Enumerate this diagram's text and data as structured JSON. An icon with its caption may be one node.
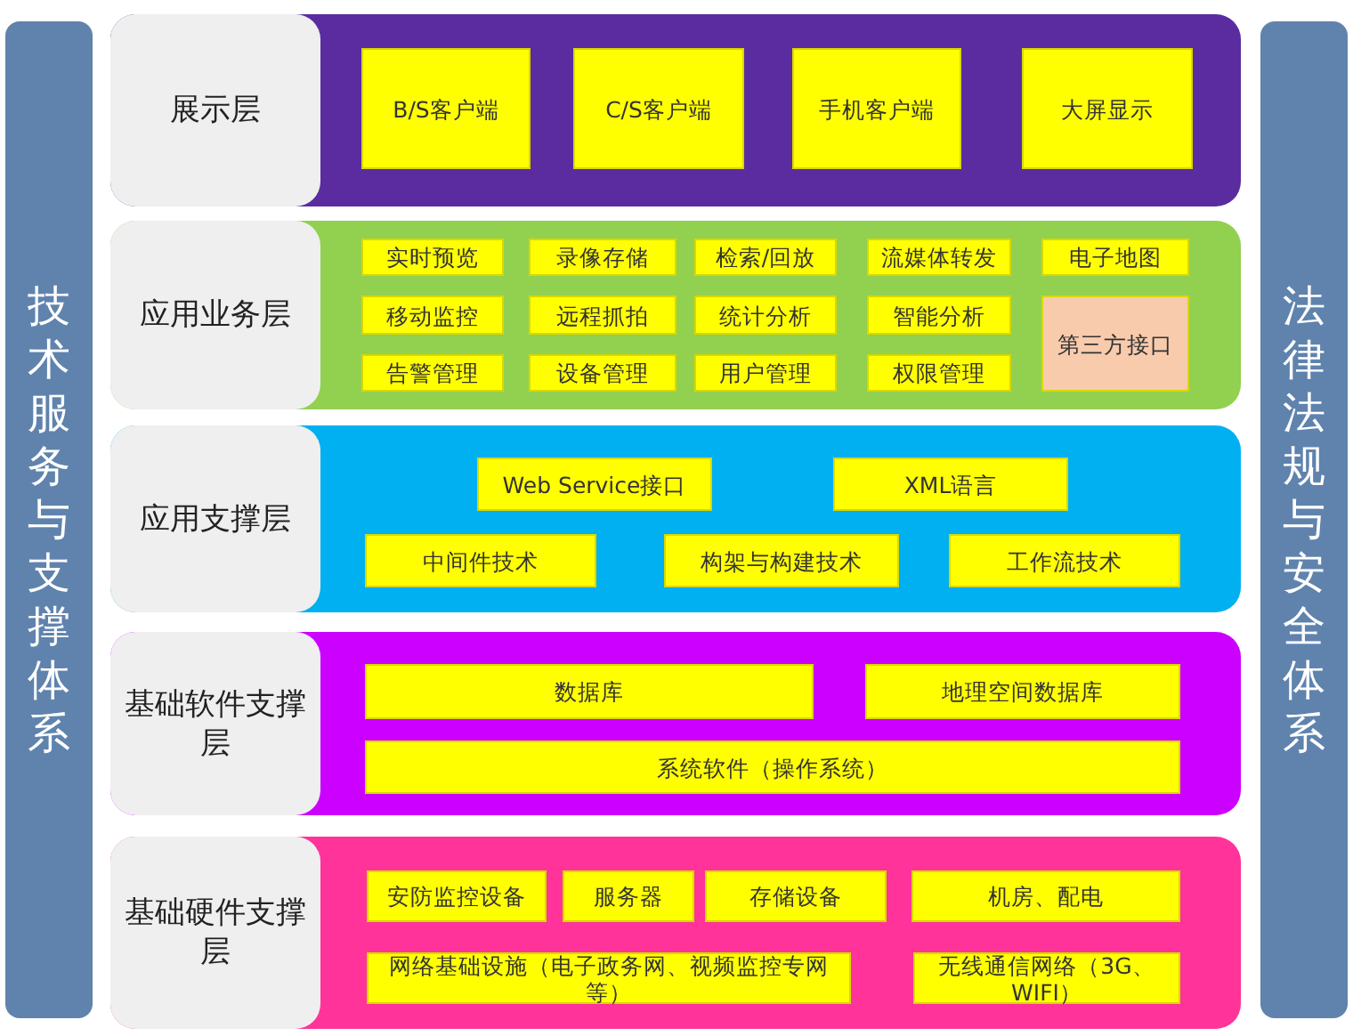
{
  "diagram": {
    "nodes": [
      {
        "text": [
          "技术服务与支撑体系"
        ]
      },
      {
        "text": [
          "展示层"
        ]
      },
      {
        "text": [
          "B/S客户端"
        ],
        "in": 1
      },
      {
        "text": [
          "C/S客户端"
        ],
        "in": 1
      },
      {
        "text": [
          "手机客户端"
        ],
        "in": 1
      },
      {
        "text": [
          "大屏显示"
        ],
        "in": 1
      },
      {
        "text": [
          "应用业务层"
        ]
      },
      {
        "text": [
          "实时预览"
        ],
        "in": 6
      },
      {
        "text": [
          "录像存储"
        ],
        "in": 6
      },
      {
        "text": [
          "检索/回放"
        ],
        "in": 6
      },
      {
        "text": [
          "流媒体转发"
        ],
        "in": 6
      },
      {
        "text": [
          "电子地图"
        ],
        "in": 6
      },
      {
        "text": [
          "移动监控"
        ],
        "in": 6
      },
      {
        "text": [
          "远程抓拍"
        ],
        "in": 6
      },
      {
        "text": [
          "统计分析"
        ],
        "in": 6
      },
      {
        "text": [
          "智能分析"
        ],
        "in": 6
      },
      {
        "text": [
          "第三方接口"
        ],
        "in": 6
      },
      {
        "text": [
          "告警管理"
        ],
        "in": 6
      },
      {
        "text": [
          "设备管理"
        ],
        "in": 6
      },
      {
        "text": [
          "用户管理"
        ],
        "in": 6
      },
      {
        "text": [
          "权限管理"
        ],
        "in": 6
      },
      {
        "text": [
          "应用支撑层"
        ]
      },
      {
        "text": [
          "Web Service接口"
        ],
        "in": 21
      },
      {
        "text": [
          "XML语言"
        ],
        "in": 21
      },
      {
        "text": [
          "中间件技术"
        ],
        "in": 21
      },
      {
        "text": [
          "构架与构建技术"
        ],
        "in": 21
      },
      {
        "text": [
          "工作流技术"
        ],
        "in": 21
      },
      {
        "text": [
          "基础软件支撑层"
        ]
      },
      {
        "text": [
          "数据库"
        ],
        "in": 27
      },
      {
        "text": [
          "地理空间数据库"
        ],
        "in": 27
      },
      {
        "text": [
          "系统软件（操作系统）"
        ],
        "in": 27
      },
      {
        "text": [
          "基础硬件支撑层"
        ]
      },
      {
        "text": [
          "安防监控设备"
        ],
        "in": 31
      },
      {
        "text": [
          "服务器"
        ],
        "in": 31
      },
      {
        "text": [
          "存储设备"
        ],
        "in": 31
      },
      {
        "text": [
          "机房、配电"
        ],
        "in": 31
      },
      {
        "text": [
          "网络基础设施（电子政务网、视频监控专网等）"
        ],
        "in": 31
      },
      {
        "text": [
          "无线通信网络（3G、WIFI）"
        ],
        "in": 31
      },
      {
        "text": [
          "法律法规与安全体系"
        ]
      }
    ]
  }
}
